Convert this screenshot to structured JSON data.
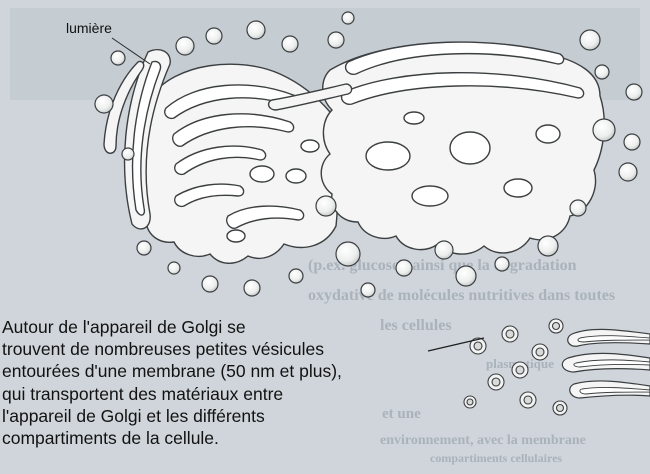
{
  "diagram": {
    "label_lumen": "lumière",
    "caption_lines": [
      "Autour de l'appareil de Golgi se",
      "trouvent de nombreuses petites vésicules",
      "entourées d'une membrane (50 nm et plus),",
      "qui transportent des matériaux entre",
      "l'appareil de Golgi et les différents",
      "compartiments de la cellule."
    ]
  },
  "background_text": {
    "lines": [
      "(p.ex. glucose), ainsi que la dégradation",
      "oxydative de molécules nutritives dans toutes",
      "les cellules",
      "et une",
      "plasmatique",
      "environnement, avec la membrane",
      "compartiments cellulaires"
    ]
  },
  "colors": {
    "page_bg": "#cfd5da",
    "membrane_fill": "#f4f5f4",
    "membrane_outline": "#3c3f41",
    "lumen_fill": "#ffffff"
  }
}
